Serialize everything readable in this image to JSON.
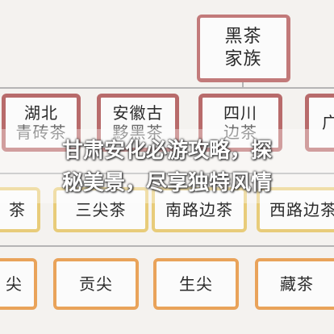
{
  "diagram": {
    "root": {
      "line1": "黑茶",
      "line2": "家族"
    },
    "level2": [
      {
        "line1": "湖北",
        "line2": "青砖茶"
      },
      {
        "line1": "安徽古",
        "line2": "黟黑茶"
      },
      {
        "line1": "四川",
        "line2": "边茶"
      },
      {
        "line1": "广",
        "line2": ""
      }
    ],
    "level3": [
      "茶",
      "三尖茶",
      "南路边茶",
      "西路边茶"
    ],
    "level4": [
      "尖",
      "贡尖",
      "生尖",
      "藏茶"
    ]
  },
  "caption": {
    "line1": "甘肃安化必游攻略，探",
    "line2": "秘美景，尽享独特风情"
  },
  "colors": {
    "root_border": "#c27a7a",
    "level2_border": "#b86b6b",
    "level3_border": "#e8cc7a",
    "level4_border": "#e9a35a",
    "connector": "#b5b5b5"
  }
}
